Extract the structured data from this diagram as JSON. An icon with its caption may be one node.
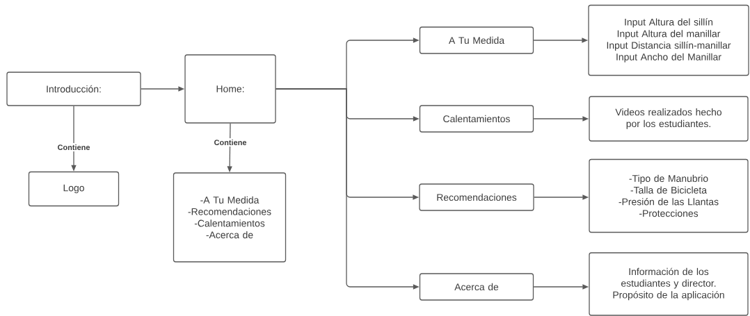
{
  "diagram": {
    "nodes": [
      {
        "text": [
          "Introducción:"
        ]
      },
      {
        "text": [
          "Home:"
        ]
      },
      {
        "text": [
          "Logo"
        ]
      },
      {
        "text": [
          "-A Tu Medida",
          "-Recomendaciones",
          "-Calentamientos",
          "-Acerca de"
        ]
      },
      {
        "text": [
          "A Tu Medida"
        ]
      },
      {
        "text": [
          "Calentamientos"
        ]
      },
      {
        "text": [
          "Recomendaciones"
        ]
      },
      {
        "text": [
          "Acerca de"
        ]
      },
      {
        "text": [
          "Input Altura del sillín",
          "Input Altura del manillar",
          "Input Distancia sillín-manillar",
          "Input Ancho del Manillar"
        ]
      },
      {
        "text": [
          "Videos realizados hecho por los estudiantes."
        ]
      },
      {
        "text": [
          "-Tipo de Manubrio",
          "-Talla de Bicicleta",
          "-Presión de las Llantas",
          "-Protecciones"
        ]
      },
      {
        "text": [
          "Información de los estudiantes y director.",
          "Propósito de la aplicación"
        ]
      }
    ],
    "edges": [
      {
        "from": 0,
        "to": 1,
        "arrow": "to"
      },
      {
        "from": 0,
        "to": 2,
        "arrow": "to",
        "label": "Contiene"
      },
      {
        "from": 1,
        "to": 3,
        "arrow": "to",
        "label": "Contiene"
      },
      {
        "from": 1,
        "to": 4,
        "arrow": "to"
      },
      {
        "from": 1,
        "to": 5,
        "arrow": "to"
      },
      {
        "from": 1,
        "to": 6,
        "arrow": "to"
      },
      {
        "from": 1,
        "to": 7,
        "arrow": "to"
      },
      {
        "from": 4,
        "to": 8,
        "arrow": "to"
      },
      {
        "from": 5,
        "to": 9,
        "arrow": "to"
      },
      {
        "from": 6,
        "to": 10,
        "arrow": "to"
      },
      {
        "from": 7,
        "to": 11,
        "arrow": "to"
      }
    ]
  }
}
